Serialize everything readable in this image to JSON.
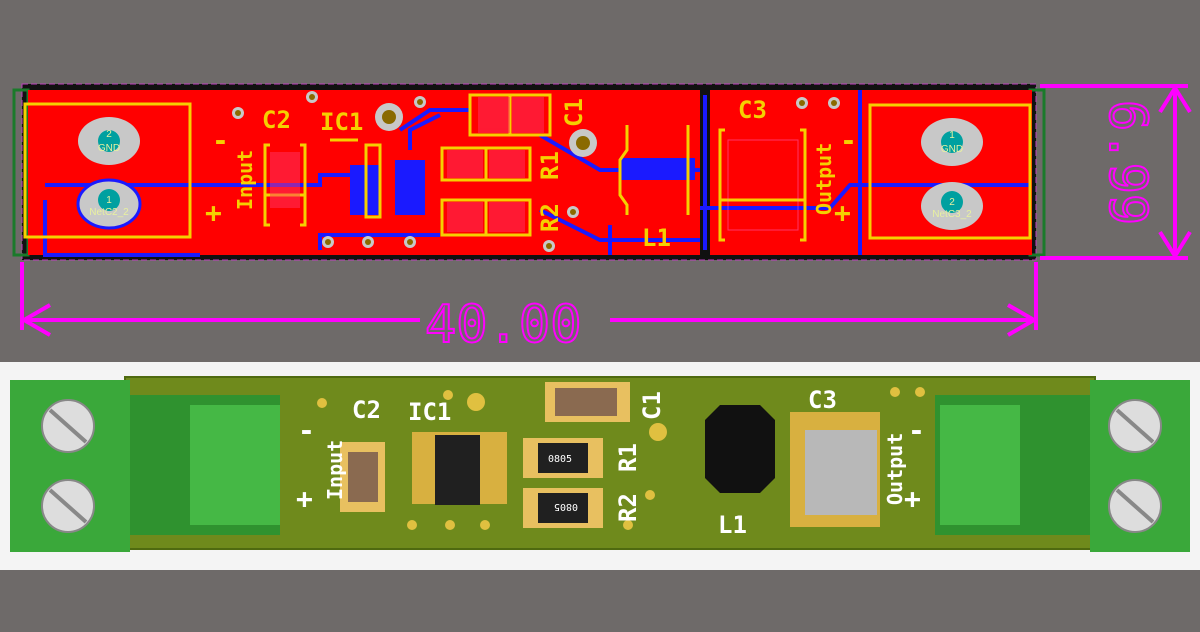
{
  "colors": {
    "background": "#6e6a69",
    "copper_top": "#ff0000",
    "copper_bottom": "#1a1aff",
    "silkscreen": "#f5d000",
    "dimension": "#ff00ff",
    "pad": "#c8c8c8",
    "pad_hole": "#00a0a0",
    "render_board": "#6f8a1c",
    "terminal_block": "#3aa83a"
  },
  "layout_view": {
    "labels": {
      "c2": "C2",
      "ic1": "IC1",
      "c1": "C1",
      "r1": "R1",
      "r2": "R2",
      "l1": "L1",
      "c3": "C3",
      "input": "Input",
      "output": "Output",
      "minus": "-",
      "plus": "+"
    },
    "pads": [
      {
        "number": "2",
        "net": "GND"
      },
      {
        "number": "1",
        "net": "NetC2_2"
      },
      {
        "number": "1",
        "net": "GND"
      },
      {
        "number": "2",
        "net": "NetC3_2"
      }
    ],
    "dimensions": {
      "width": "40.00",
      "height": "6.99"
    }
  },
  "render_view": {
    "labels": {
      "c2": "C2",
      "ic1": "IC1",
      "c1": "C1",
      "r1": "R1",
      "r2": "R2",
      "l1": "L1",
      "c3": "C3",
      "input": "Input",
      "output": "Output",
      "minus": "-",
      "plus": "+"
    },
    "resistor_marking": "0805"
  }
}
